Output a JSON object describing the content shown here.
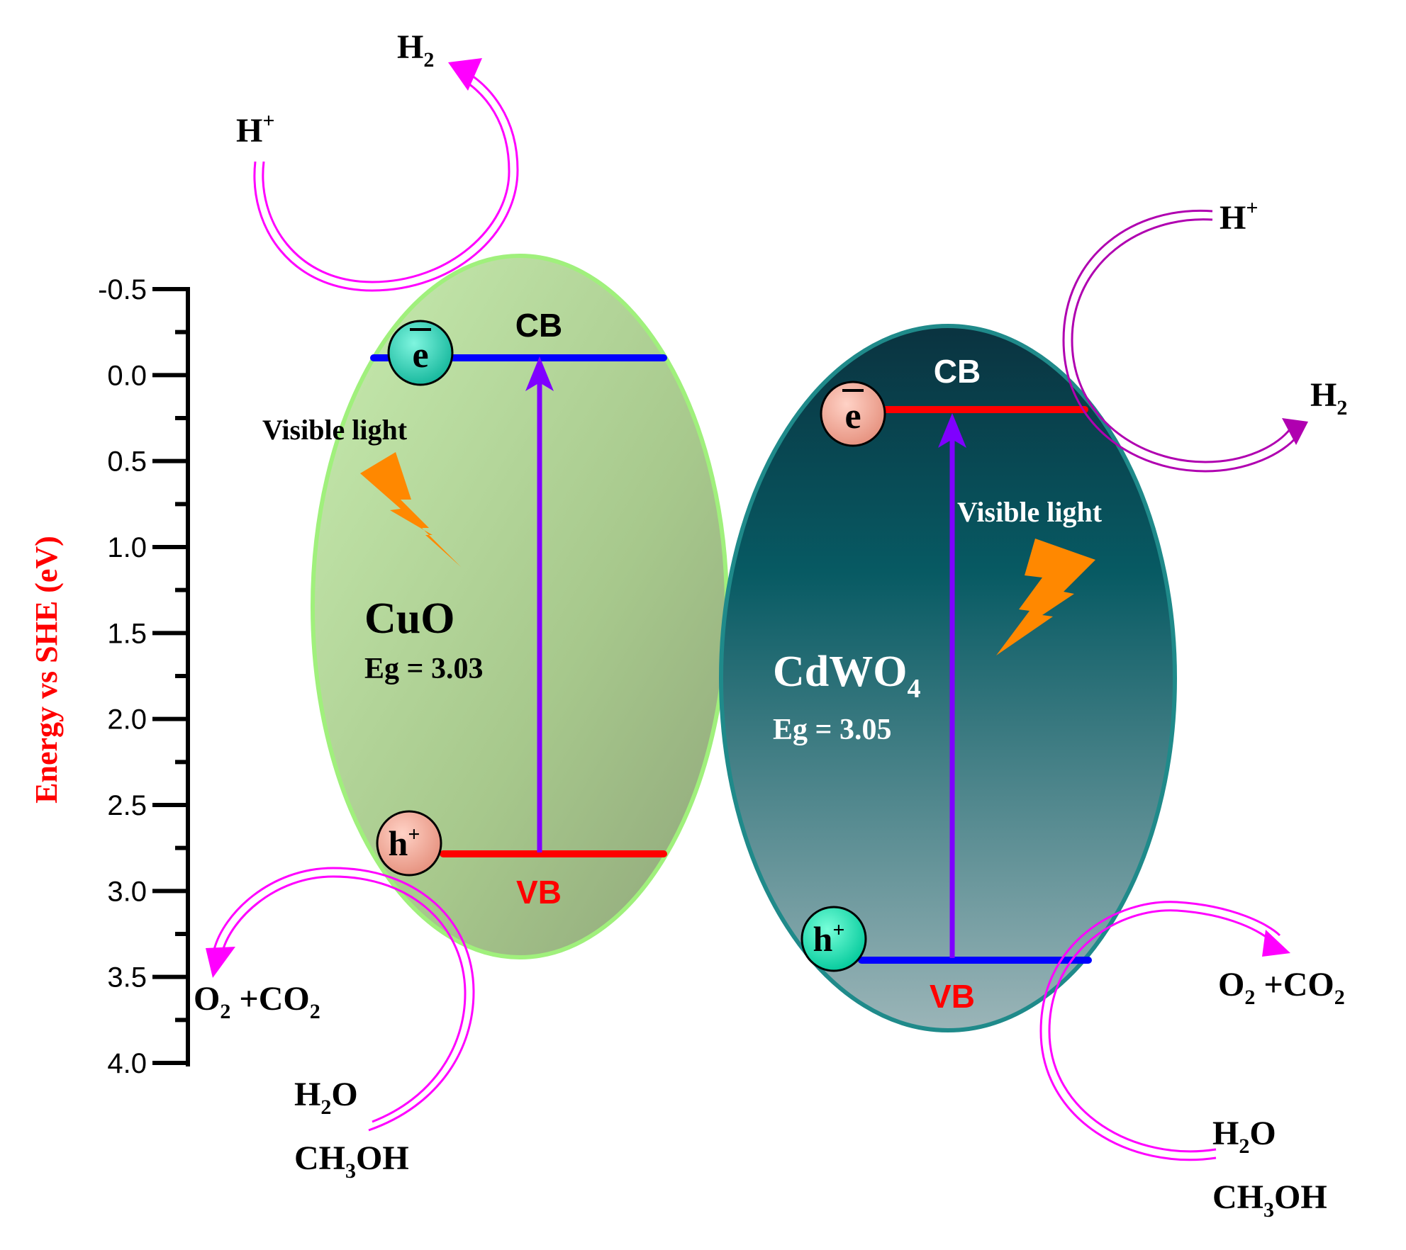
{
  "axis": {
    "label": "Energy vs SHE (eV)",
    "label_color": "#ff0000",
    "ticks": [
      "-0.5",
      "0.0",
      "0.5",
      "1.0",
      "1.5",
      "2.0",
      "2.5",
      "3.0",
      "3.5",
      "4.0"
    ]
  },
  "cuo": {
    "name": "CuO",
    "eg": "Eg = 3.03",
    "cb_label": "CB",
    "vb_label": "VB",
    "light_label": "Visible light",
    "electron": "e",
    "hole": "h",
    "hole_sup": "+",
    "cb_color": "#0000ff",
    "vb_color": "#ff0000"
  },
  "cdwo4": {
    "name_main": "CdWO",
    "name_sub": "4",
    "eg": "Eg = 3.05",
    "cb_label": "CB",
    "vb_label": "VB",
    "light_label": "Visible light",
    "electron": "e",
    "hole": "h",
    "hole_sup": "+",
    "cb_color": "#ff0000",
    "vb_color": "#0000ff"
  },
  "reactions": {
    "left_top_h2": "H",
    "left_top_h2_sub": "2",
    "left_top_hplus": "H",
    "left_top_hplus_sup": "+",
    "right_top_hplus": "H",
    "right_top_hplus_sup": "+",
    "right_top_h2": "H",
    "right_top_h2_sub": "2",
    "left_products": {
      "o": "O",
      "o_sub": "2",
      "plus_co": " +CO",
      "co_sub": "2"
    },
    "right_products": {
      "o": "O",
      "o_sub": "2",
      "plus_co": " +CO",
      "co_sub": "2"
    },
    "left_reactants": {
      "h2o_h": "H",
      "h2o_sub": "2",
      "h2o_o": "O",
      "meoh_ch": "CH",
      "meoh_sub": "3",
      "meoh_oh": "OH"
    },
    "right_reactants": {
      "h2o_h": "H",
      "h2o_sub": "2",
      "h2o_o": "O",
      "meoh_ch": "CH",
      "meoh_sub": "3",
      "meoh_oh": "OH"
    }
  },
  "colors": {
    "arrow_magenta": "#ff00ff",
    "arrow_purple": "#b000b0",
    "excitation_arrow": "#7f00ff",
    "lightning": "#ff8800"
  }
}
